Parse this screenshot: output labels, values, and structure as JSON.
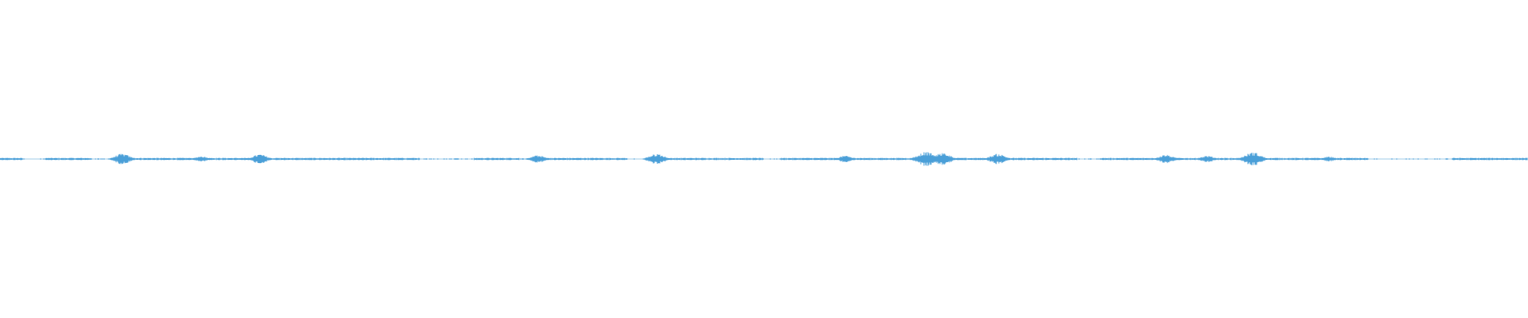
{
  "colors": {
    "background": "#ffffff",
    "waveform": "#4a9fd8"
  },
  "waveform": {
    "bursts": [
      {
        "at": 0.08,
        "level": 0.55
      },
      {
        "at": 0.132,
        "level": 0.3
      },
      {
        "at": 0.17,
        "level": 0.5
      },
      {
        "at": 0.352,
        "level": 0.4
      },
      {
        "at": 0.43,
        "level": 0.55
      },
      {
        "at": 0.553,
        "level": 0.35
      },
      {
        "at": 0.606,
        "level": 0.75
      },
      {
        "at": 0.617,
        "level": 0.65
      },
      {
        "at": 0.653,
        "level": 0.55
      },
      {
        "at": 0.763,
        "level": 0.45
      },
      {
        "at": 0.79,
        "level": 0.35
      },
      {
        "at": 0.82,
        "level": 0.7
      },
      {
        "at": 0.87,
        "level": 0.25
      }
    ],
    "quiet_ranges": [
      [
        0.015,
        0.03
      ],
      [
        0.06,
        0.075
      ],
      [
        0.275,
        0.31
      ],
      [
        0.34,
        0.35
      ],
      [
        0.41,
        0.425
      ],
      [
        0.5,
        0.51
      ],
      [
        0.705,
        0.72
      ],
      [
        0.895,
        0.95
      ]
    ]
  }
}
